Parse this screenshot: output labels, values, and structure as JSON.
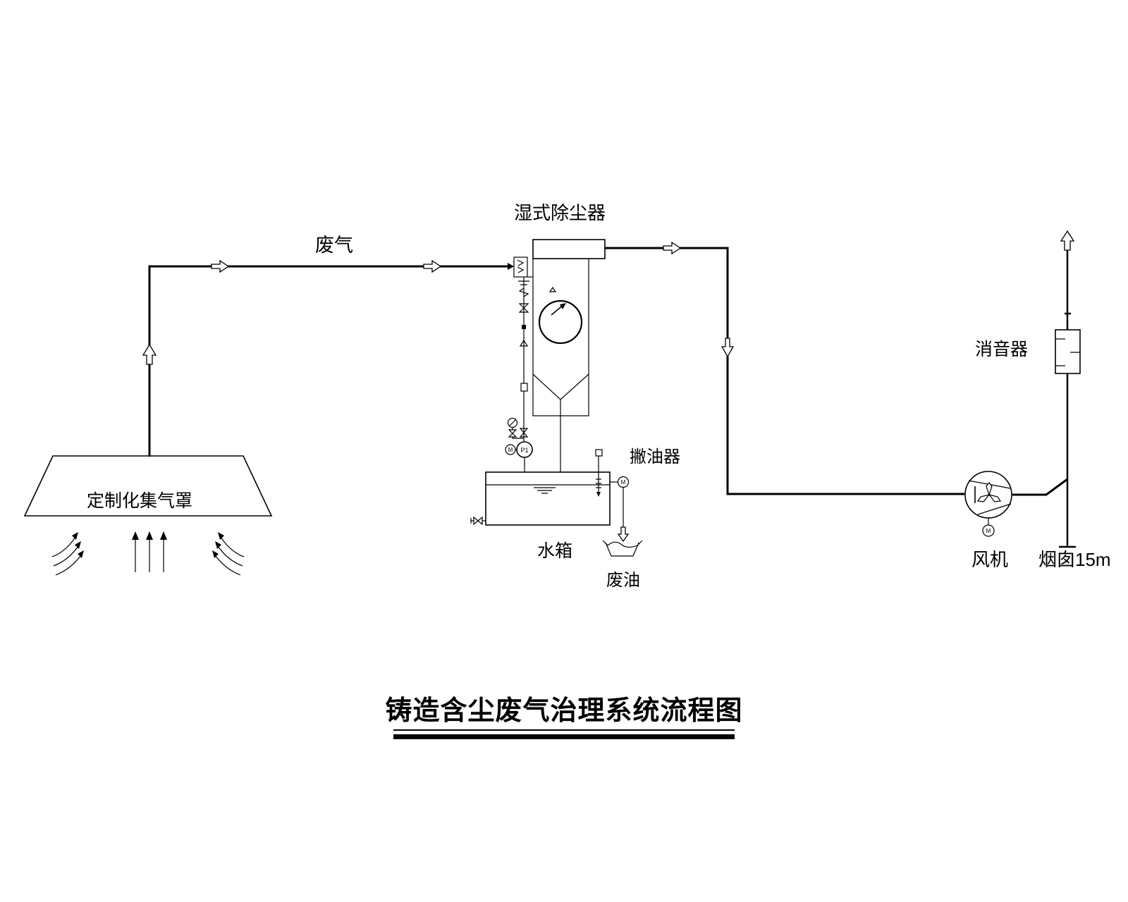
{
  "page": {
    "background": "#ffffff",
    "line_color": "#000000"
  },
  "title": {
    "text": "铸造含尘废气治理系统流程图"
  },
  "labels": {
    "waste_gas": "废气",
    "scrubber": "湿式除尘器",
    "hood": "定制化集气罩",
    "skimmer": "撇油器",
    "water_tank": "水箱",
    "waste_oil": "废油",
    "muffler": "消音器",
    "fan": "风机",
    "chimney": "烟囱15m",
    "pump": "P1",
    "motor": "M"
  }
}
